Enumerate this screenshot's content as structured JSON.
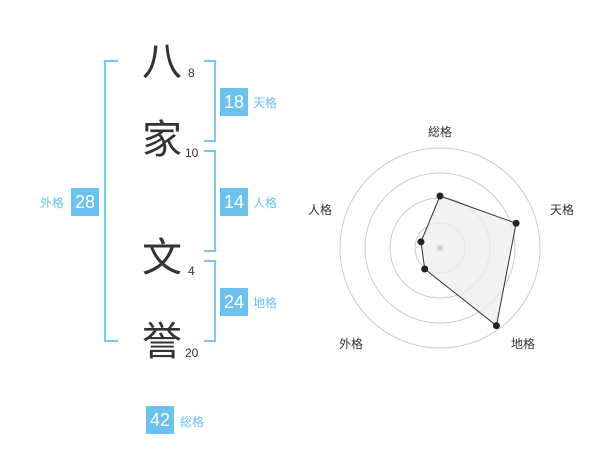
{
  "name_chars": [
    {
      "char": "八",
      "strokes": "8"
    },
    {
      "char": "家",
      "strokes": "10"
    },
    {
      "char": "文",
      "strokes": "4"
    },
    {
      "char": "誉",
      "strokes": "20"
    }
  ],
  "kaku": {
    "tenkaku": {
      "value": "18",
      "label": "天格"
    },
    "jinkaku": {
      "value": "14",
      "label": "人格"
    },
    "chikaku": {
      "value": "24",
      "label": "地格"
    },
    "gaikaku": {
      "value": "28",
      "label": "外格"
    },
    "soukaku": {
      "value": "42",
      "label": "総格"
    }
  },
  "chart_data": {
    "type": "radar",
    "axes": [
      "総格",
      "天格",
      "地格",
      "外格",
      "人格"
    ],
    "values": [
      0.52,
      0.8,
      0.96,
      0.26,
      0.2
    ],
    "rings": 4,
    "fill": "#eeeeee",
    "stroke": "#333333"
  }
}
